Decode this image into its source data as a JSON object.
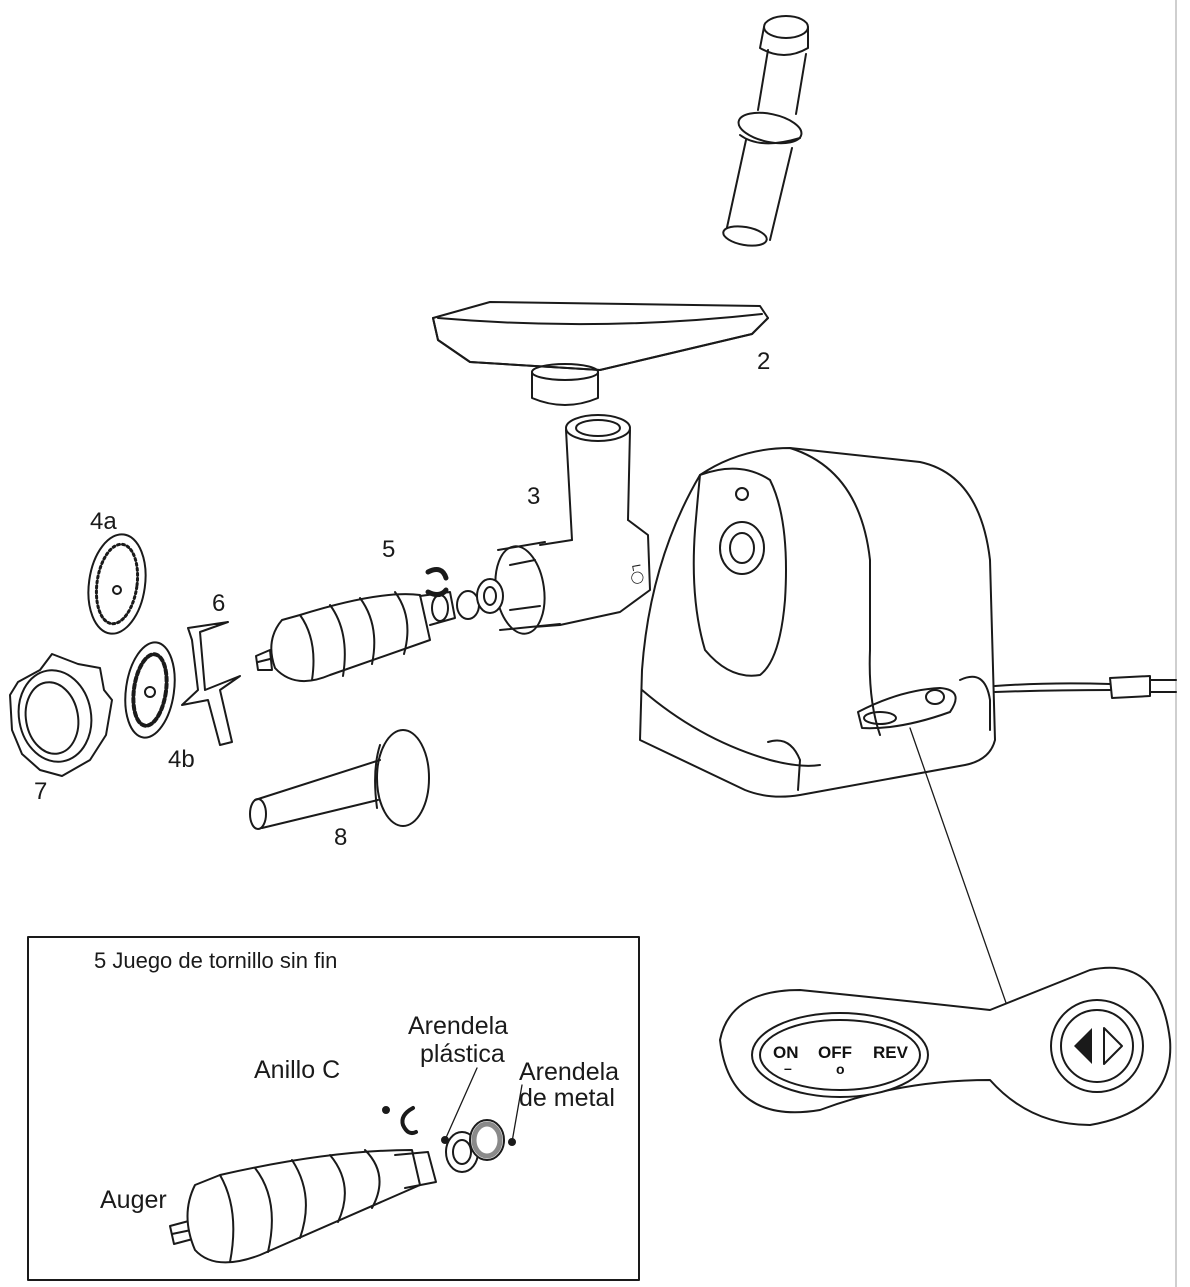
{
  "part_labels": {
    "p2": "2",
    "p3": "3",
    "p4a": "4a",
    "p4b": "4b",
    "p5": "5",
    "p6": "6",
    "p7": "7",
    "p8": "8"
  },
  "inset": {
    "title": "5 Juego de tornillo sin fin",
    "anillo_c": "Anillo C",
    "arendela_plastica_1": "Arendela",
    "arendela_plastica_2": "plástica",
    "arendela_metal_1": "Arendela",
    "arendela_metal_2": "de metal",
    "auger": "Auger"
  },
  "control_panel": {
    "on": "ON",
    "on_mark": "–",
    "off": "OFF",
    "off_mark": "o",
    "rev": "REV",
    "direction_icon": "reverse-forward-arrows-icon"
  },
  "colors": {
    "stroke": "#1a1a1a",
    "background": "#ffffff",
    "metal_washer": "#8a8a8a"
  }
}
